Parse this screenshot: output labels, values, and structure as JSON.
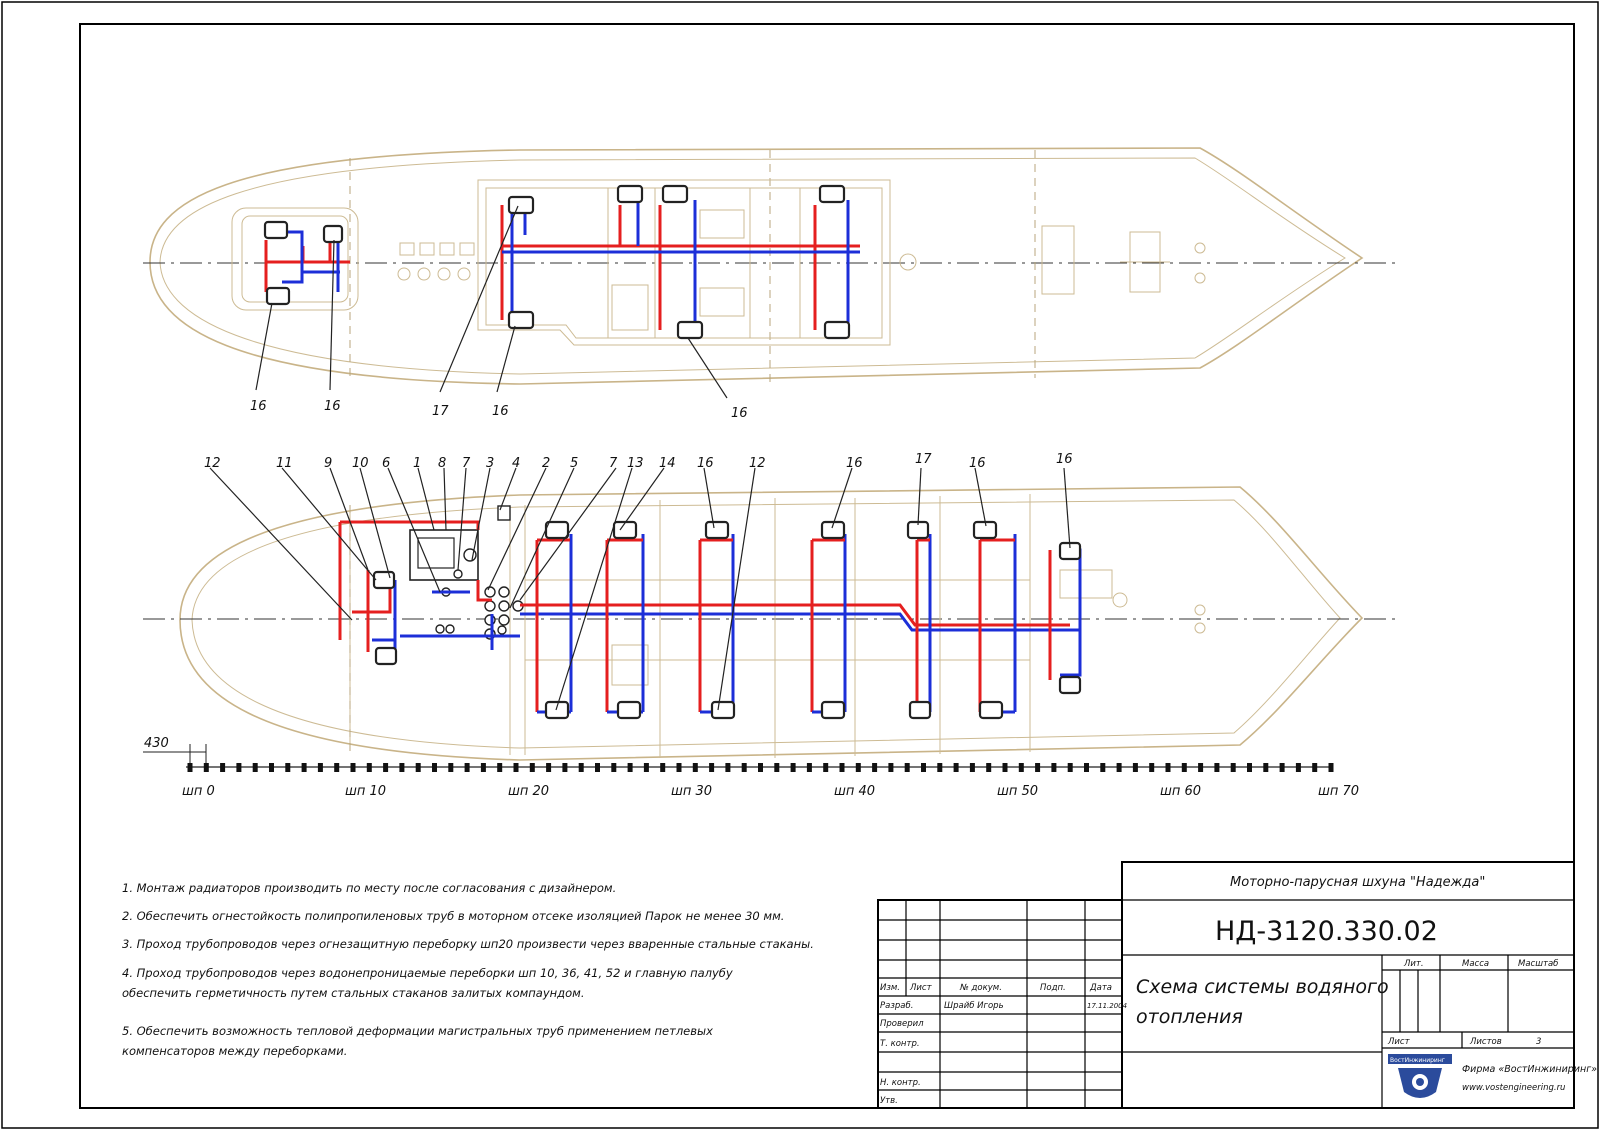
{
  "colors": {
    "supply_pipe": "#e51f1f",
    "return_pipe": "#1c2fd8",
    "hull_outline": "#c9b489",
    "frame": "#000000"
  },
  "top_view": {
    "callouts": [
      "16",
      "16",
      "17",
      "16",
      "16"
    ]
  },
  "bottom_view": {
    "callouts": [
      "12",
      "11",
      "9",
      "10",
      "6",
      "1",
      "8",
      "7",
      "3",
      "4",
      "2",
      "5",
      "7",
      "13",
      "14",
      "16",
      "12",
      "16",
      "17",
      "16",
      "16"
    ]
  },
  "scale": {
    "spacing": "430",
    "frames": [
      "шп 0",
      "шп 10",
      "шп 20",
      "шп 30",
      "шп 40",
      "шп 50",
      "шп 60",
      "шп 70"
    ]
  },
  "notes": [
    "1. Монтаж радиаторов производить по месту после согласования с дизайнером.",
    "2. Обеспечить огнестойкость полипропиленовых труб в моторном отсеке изоляцией Парок не менее 30 мм.",
    "3. Проход трубопроводов через огнезащитную переборку шп20 произвести через вваренные стальные стаканы.",
    "4. Проход трубопроводов через водонепроницаемые переборки шп 10, 36, 41, 52 и главную палубу",
    "обеспечить герметичность путем стальных стаканов залитых компаундом.",
    "5. Обеспечить возможность тепловой деформации магистральных труб применением петлевых",
    "компенсаторов между переборками."
  ],
  "title_block": {
    "project": "Моторно-парусная шхуна \"Надежда\"",
    "doc_number": "НД-3120.330.02",
    "title_line1": "Схема системы водяного",
    "title_line2": "отопления",
    "col_headers": [
      "Изм.",
      "Лист",
      "№ докум.",
      "Подп.",
      "Дата"
    ],
    "row_developed": "Разраб.",
    "developer": "Шрайб Игорь",
    "date": "17.11.2004",
    "row_checked": "Проверил",
    "row_tcontrol": "Т. контр.",
    "row_ncontrol": "Н. контр.",
    "row_approved": "Утв.",
    "lit_label": "Лит.",
    "mass_label": "Масса",
    "scale_label": "Масштаб",
    "sheet_label": "Лист",
    "sheets_label": "Листов",
    "sheets_value": "3",
    "logo_text": "ВостИнжиниринг",
    "org_line1": "Фирма «ВостИнжиниринг»",
    "org_line2": "www.vostengineering.ru"
  }
}
